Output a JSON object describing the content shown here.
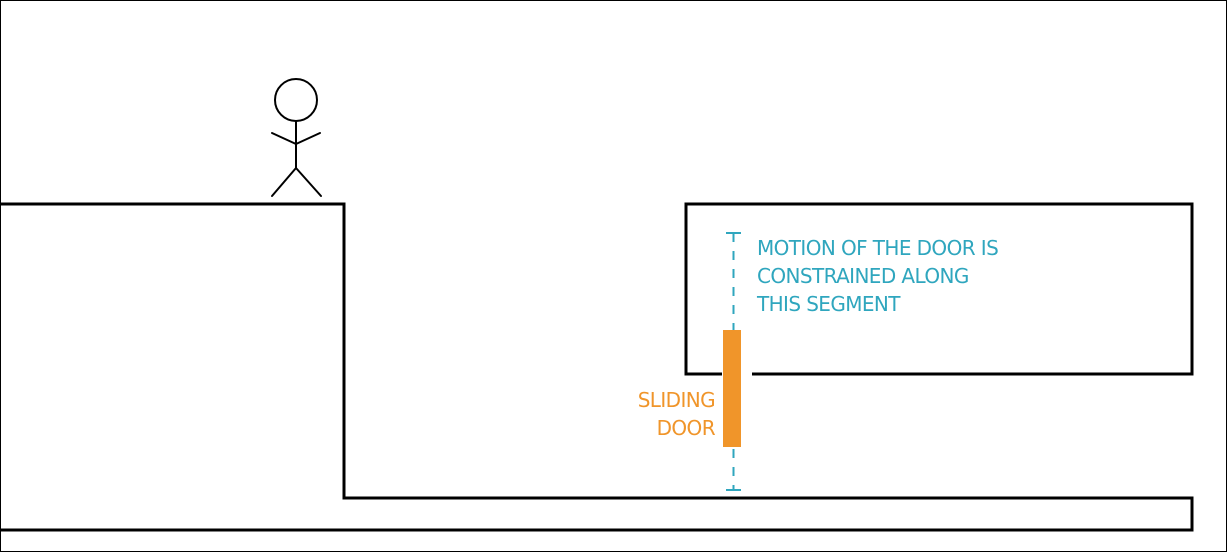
{
  "motion_annotation": {
    "lines": [
      "MOTION OF THE DOOR IS",
      "CONSTRAINED ALONG",
      "THIS SEGMENT"
    ]
  },
  "door_label": {
    "lines": [
      "SLIDING",
      "DOOR"
    ]
  },
  "colors": {
    "outline": "#000000",
    "door": "#f0952a",
    "annotation": "#2fa6be",
    "background": "#ffffff"
  },
  "icons": {
    "person": "stick-figure-icon"
  }
}
